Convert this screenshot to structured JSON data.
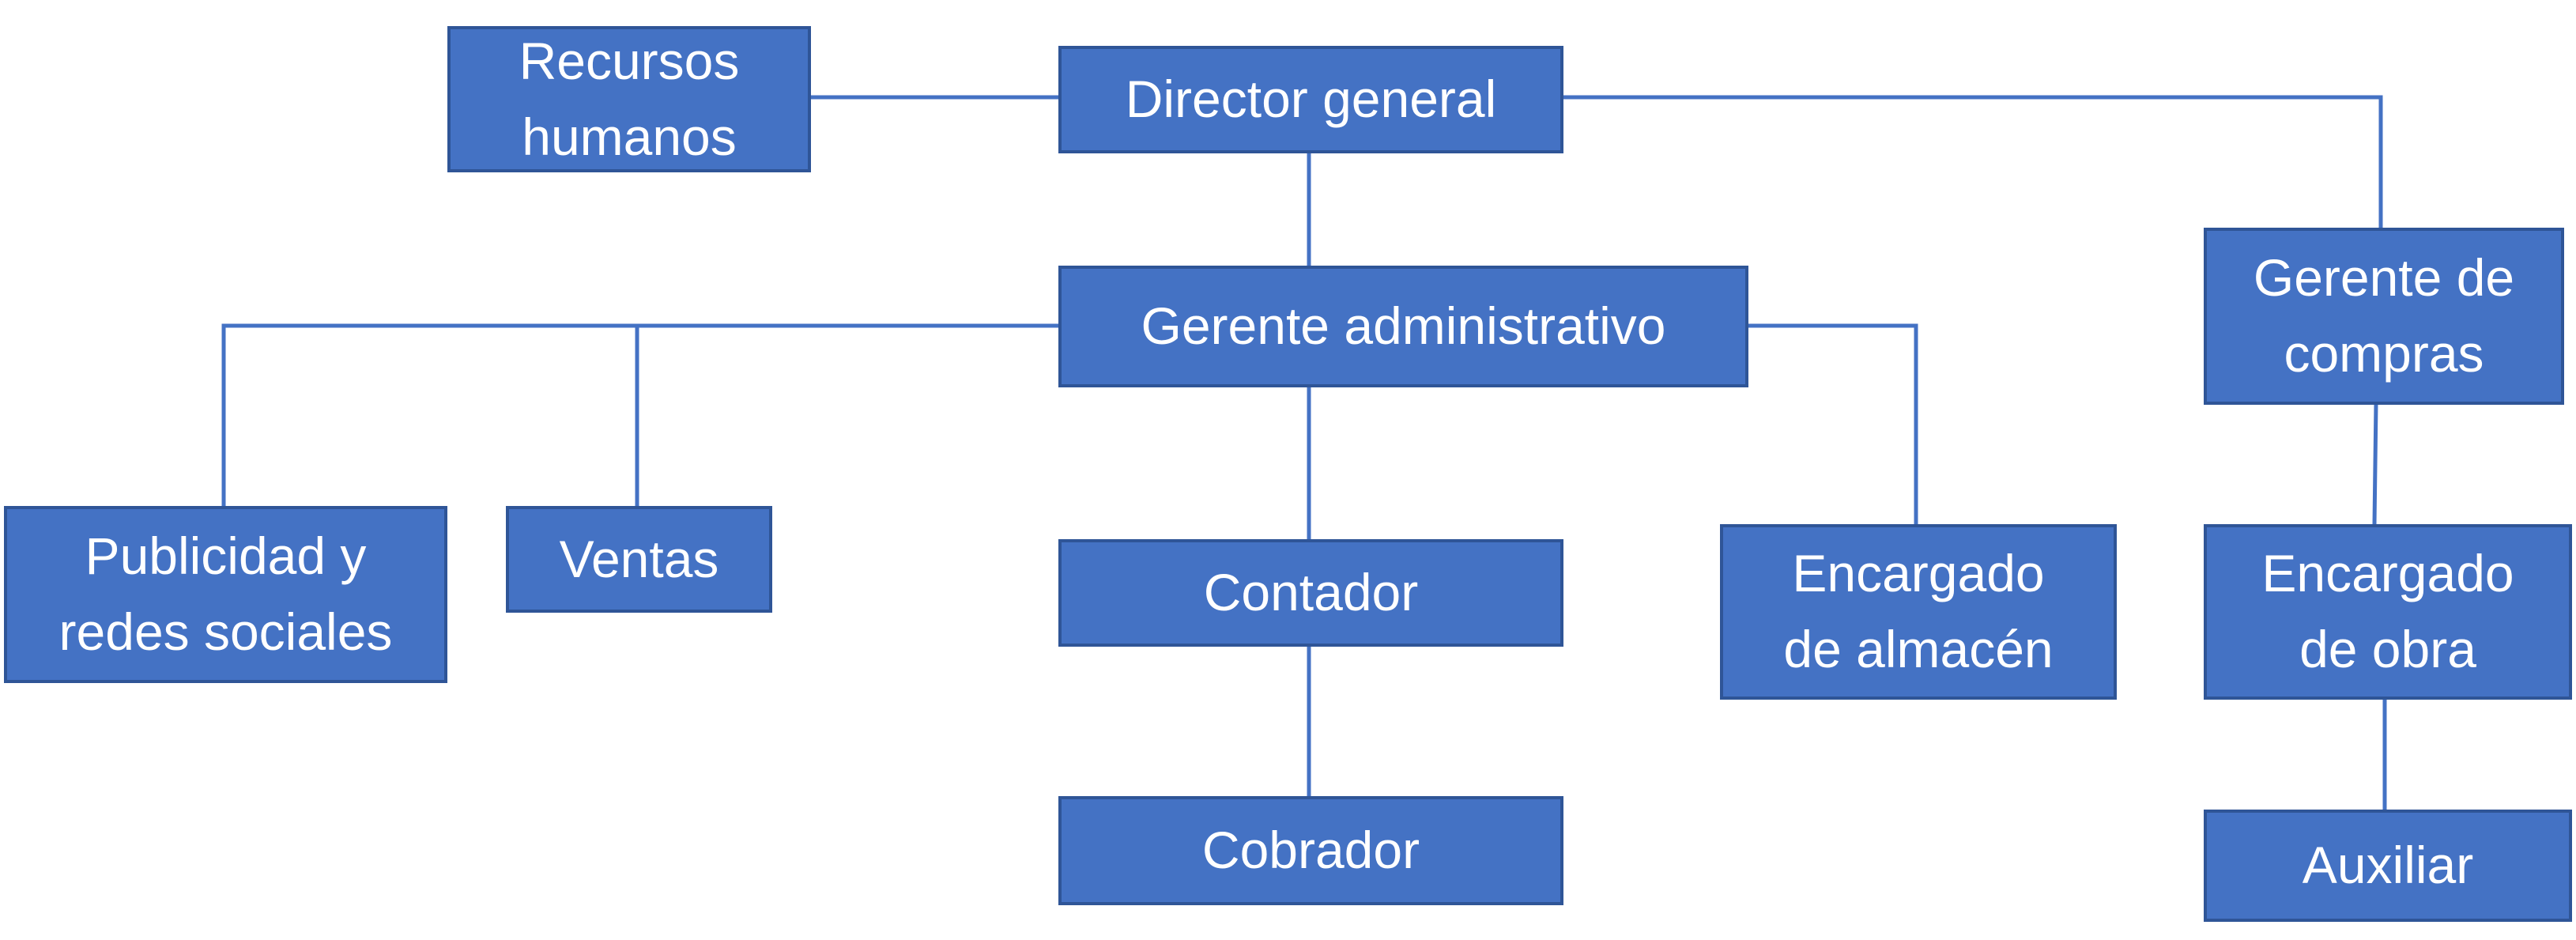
{
  "org_chart": {
    "nodes": {
      "director_general": "Director general",
      "recursos_humanos": "Recursos\nhumanos",
      "gerente_administrativo": "Gerente administrativo",
      "gerente_compras": "Gerente de\ncompras",
      "publicidad": "Publicidad y\nredes sociales",
      "ventas": "Ventas",
      "contador": "Contador",
      "cobrador": "Cobrador",
      "encargado_almacen": "Encargado\nde almacén",
      "encargado_obra": "Encargado\nde obra",
      "auxiliar": "Auxiliar"
    },
    "colors": {
      "box_fill": "#4472C4",
      "box_border": "#2F5597",
      "text": "#FFFFFF",
      "connector": "#4472C4"
    }
  }
}
